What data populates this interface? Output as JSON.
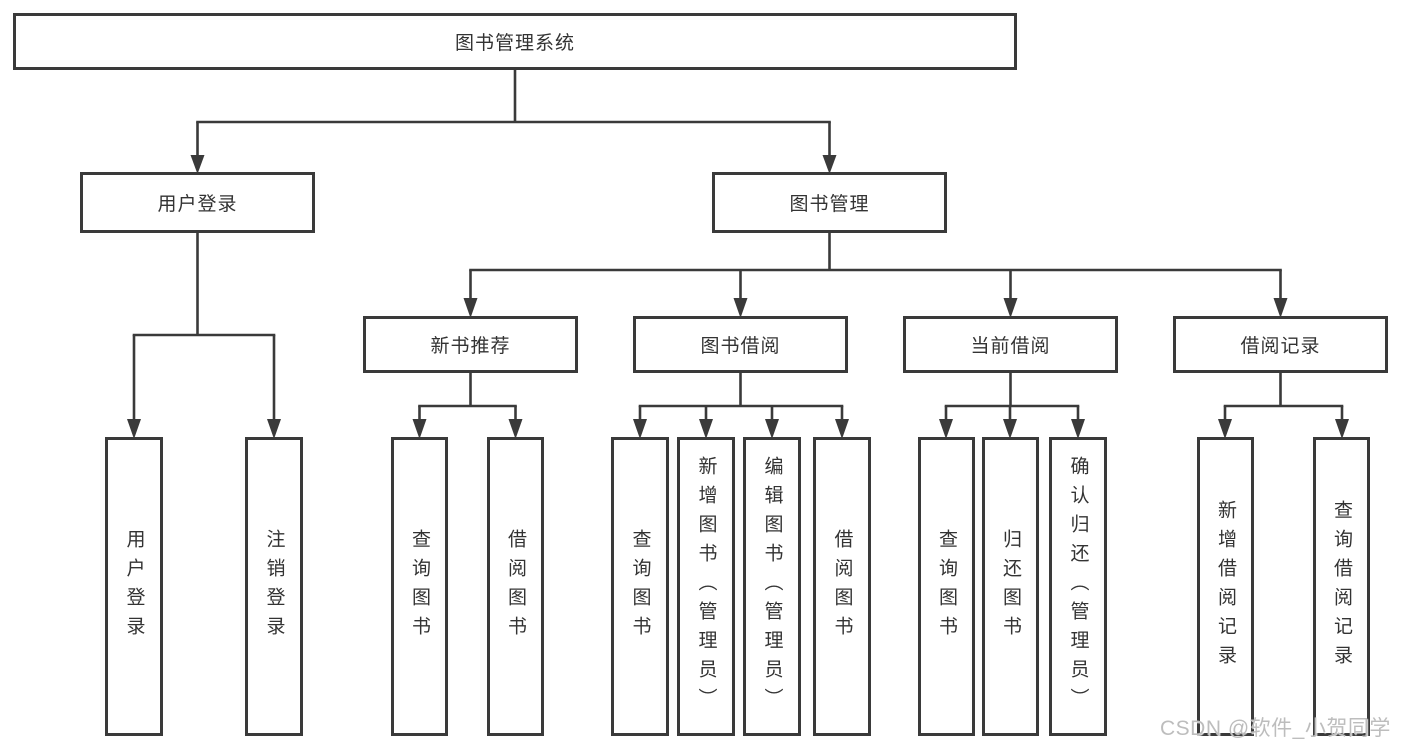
{
  "diagram_title": "图书管理系统",
  "tree": {
    "label": "图书管理系统",
    "children": [
      {
        "label": "用户登录",
        "children": [
          {
            "label": "用户登录"
          },
          {
            "label": "注销登录"
          }
        ]
      },
      {
        "label": "图书管理",
        "children": [
          {
            "label": "新书推荐",
            "children": [
              {
                "label": "查询图书"
              },
              {
                "label": "借阅图书"
              }
            ]
          },
          {
            "label": "图书借阅",
            "children": [
              {
                "label": "查询图书"
              },
              {
                "label": "新增图书（管理员）"
              },
              {
                "label": "编辑图书（管理员）"
              },
              {
                "label": "借阅图书"
              }
            ]
          },
          {
            "label": "当前借阅",
            "children": [
              {
                "label": "查询图书"
              },
              {
                "label": "归还图书"
              },
              {
                "label": "确认归还（管理员）"
              }
            ]
          },
          {
            "label": "借阅记录",
            "children": [
              {
                "label": "新增借阅记录"
              },
              {
                "label": "查询借阅记录"
              }
            ]
          }
        ]
      }
    ]
  },
  "watermark": {
    "text": "CSDN @软件_小贺同学"
  },
  "colors": {
    "line": "#3a3a3a",
    "text": "#333333",
    "watermark": "#bdbdbd",
    "background": "#ffffff"
  }
}
